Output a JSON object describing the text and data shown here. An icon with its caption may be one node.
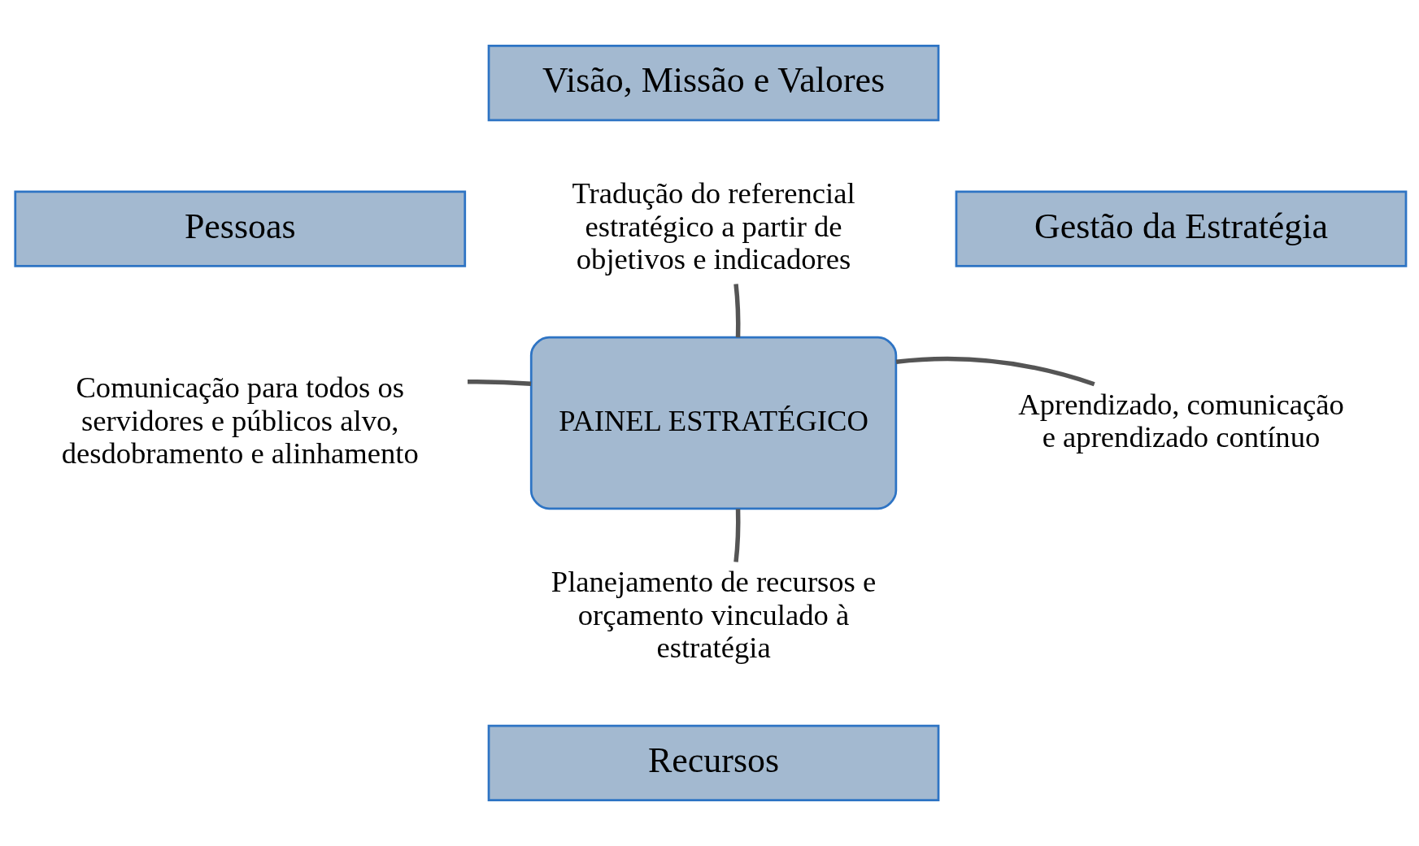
{
  "diagram": {
    "nodes": [
      {
        "text": [
          "Visão, Missão e Valores"
        ]
      },
      {
        "text": [
          "Tradução do referencial estratégico a partir de objetivos e indicadores"
        ]
      },
      {
        "text": [
          "Pessoas"
        ]
      },
      {
        "text": [
          "Comunicação para todos os servidores e públicos alvo, desdobramento e alinhamento"
        ]
      },
      {
        "text": [
          "PAINEL ESTRATÉGICO"
        ]
      },
      {
        "text": [
          "Gestão da Estratégia"
        ]
      },
      {
        "text": [
          "Aprendizado, comunicação e aprendizado contínuo"
        ]
      },
      {
        "text": [
          "Planejamento de recursos e orçamento vinculado à estratégia"
        ]
      },
      {
        "text": [
          "Recursos"
        ]
      }
    ],
    "edges": [
      {
        "from": 4,
        "to": 1,
        "arrow": "none"
      },
      {
        "from": 4,
        "to": 3,
        "arrow": "none"
      },
      {
        "from": 4,
        "to": 6,
        "arrow": "none"
      },
      {
        "from": 4,
        "to": 7,
        "arrow": "none"
      }
    ]
  }
}
